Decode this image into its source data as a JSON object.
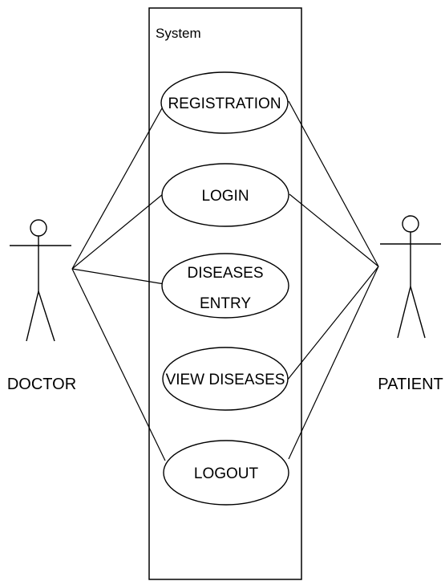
{
  "system": {
    "label": "System"
  },
  "actors": [
    {
      "id": "doctor",
      "label": "DOCTOR"
    },
    {
      "id": "patient",
      "label": "PATIENT"
    }
  ],
  "use_cases": [
    {
      "id": "registration",
      "lines": [
        "REGISTRATION"
      ]
    },
    {
      "id": "login",
      "lines": [
        "LOGIN"
      ]
    },
    {
      "id": "diseases-entry",
      "lines": [
        "DISEASES",
        "ENTRY"
      ]
    },
    {
      "id": "view-diseases",
      "lines": [
        "VIEW DISEASES"
      ]
    },
    {
      "id": "logout",
      "lines": [
        "LOGOUT"
      ]
    }
  ],
  "associations": [
    {
      "actor": "doctor",
      "use_case": "registration"
    },
    {
      "actor": "doctor",
      "use_case": "login"
    },
    {
      "actor": "doctor",
      "use_case": "diseases-entry"
    },
    {
      "actor": "doctor",
      "use_case": "logout"
    },
    {
      "actor": "patient",
      "use_case": "registration"
    },
    {
      "actor": "patient",
      "use_case": "login"
    },
    {
      "actor": "patient",
      "use_case": "view-diseases"
    },
    {
      "actor": "patient",
      "use_case": "logout"
    }
  ],
  "colors": {
    "stroke": "#000000",
    "background": "#ffffff"
  }
}
